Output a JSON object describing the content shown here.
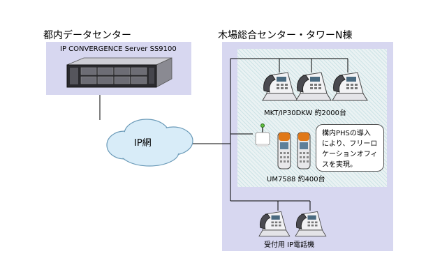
{
  "left_group": {
    "title": "都内データセンター",
    "server_label": "IP CONVERGENCE Server SS9100"
  },
  "right_group": {
    "title": "木場総合センター・タワーN棟"
  },
  "network": {
    "label": "IP網"
  },
  "desk_phones": {
    "label": "MKT/IP30DKW 約2000台"
  },
  "phs": {
    "label": "UM7588 約400台"
  },
  "callout": {
    "line1": "構内PHSの導入",
    "line2": "により、フリーロ",
    "line3": "ケーションオフィ",
    "line4": "スを実現。"
  },
  "reception_phones": {
    "label": "受付用 IP電話機"
  }
}
